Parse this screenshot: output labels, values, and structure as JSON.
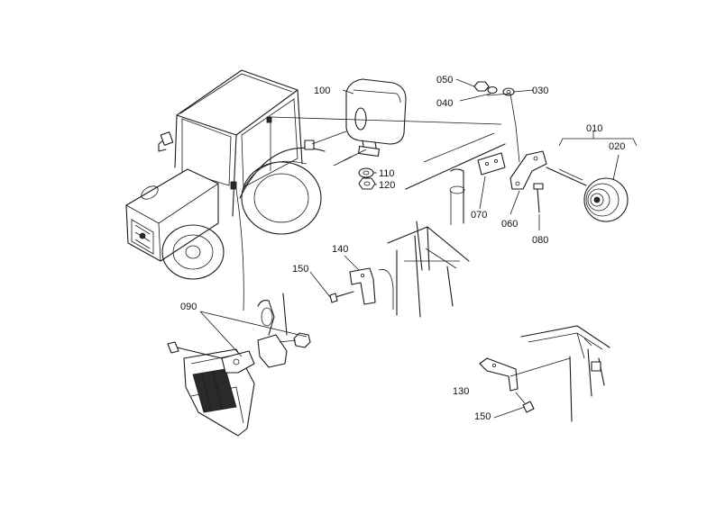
{
  "callouts": [
    {
      "id": "c010",
      "text": "010"
    },
    {
      "id": "c020",
      "text": "020"
    },
    {
      "id": "c030",
      "text": "030"
    },
    {
      "id": "c040",
      "text": "040"
    },
    {
      "id": "c050",
      "text": "050"
    },
    {
      "id": "c060",
      "text": "060"
    },
    {
      "id": "c070",
      "text": "070"
    },
    {
      "id": "c080",
      "text": "080"
    },
    {
      "id": "c090",
      "text": "090"
    },
    {
      "id": "c100",
      "text": "100"
    },
    {
      "id": "c110",
      "text": "110"
    },
    {
      "id": "c120",
      "text": "120"
    },
    {
      "id": "c130",
      "text": "130"
    },
    {
      "id": "c140",
      "text": "140"
    },
    {
      "id": "c150a",
      "text": "150"
    },
    {
      "id": "c150b",
      "text": "150"
    }
  ]
}
